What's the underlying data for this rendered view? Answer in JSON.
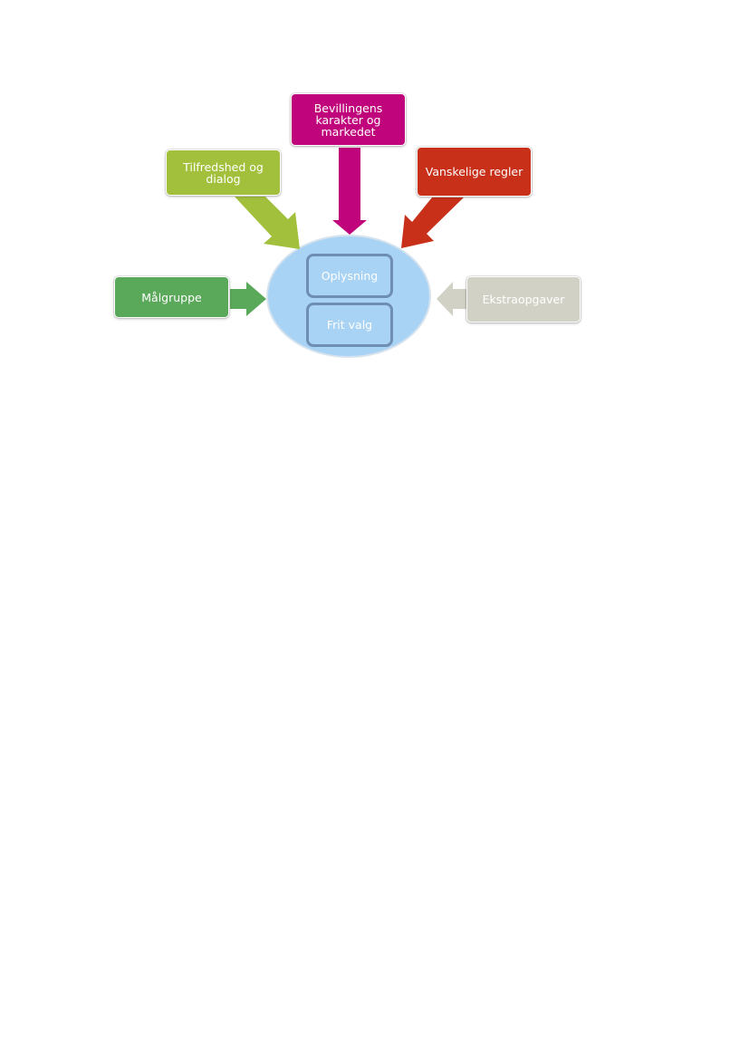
{
  "diagram": {
    "center": {
      "items": [
        "Oplysning",
        "Frit valg"
      ],
      "fill": "#a9d3f5"
    },
    "factors": {
      "top": {
        "label": "Bevillingens\nkarakter og\nmarkedet",
        "color": "#c0047c"
      },
      "top_left": {
        "label": "Tilfredshed og\ndialog",
        "color": "#a2c03c"
      },
      "top_right": {
        "label": "Vanskelige regler",
        "color": "#c8301a"
      },
      "left": {
        "label": "Målgruppe",
        "color": "#5aa85a"
      },
      "right": {
        "label": "Ekstraopgaver",
        "color": "#d2d1c6"
      }
    }
  }
}
